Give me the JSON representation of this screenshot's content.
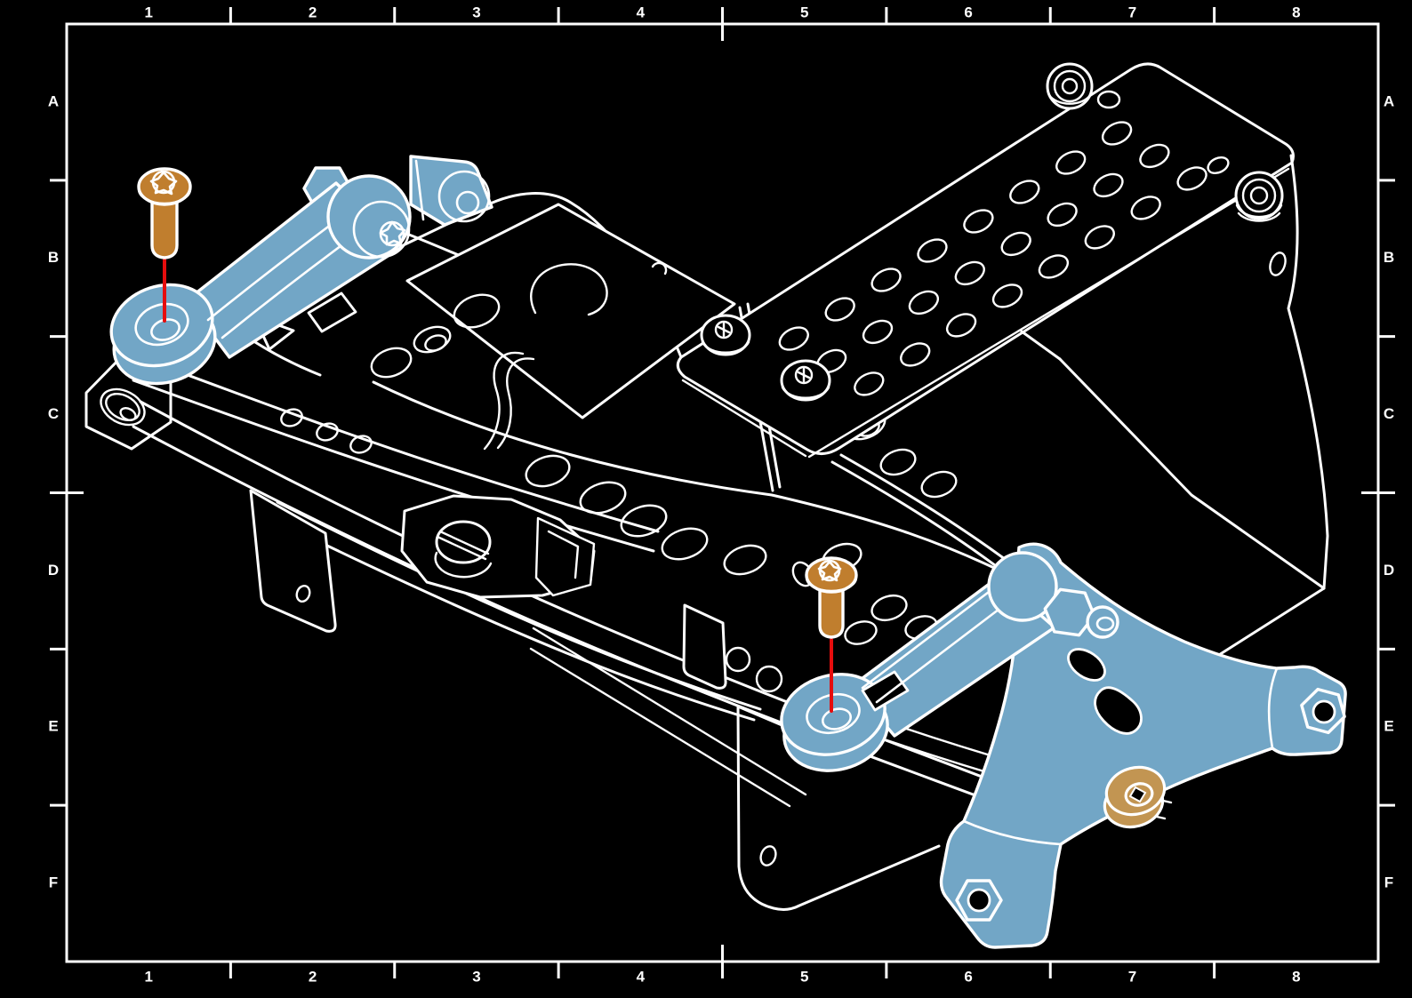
{
  "document": {
    "kind": "isometric-assembly-instruction-drawing",
    "visible_text_other_than_zones": ""
  },
  "border": {
    "columns": [
      "1",
      "2",
      "3",
      "4",
      "5",
      "6",
      "7",
      "8"
    ],
    "rows": [
      "A",
      "B",
      "C",
      "D",
      "E",
      "F"
    ]
  },
  "colors": {
    "background": "#000000",
    "line": "#ffffff",
    "highlight_blue": "#72a6c6",
    "fastener_orange": "#c07e2e",
    "spacer_tan": "#c29552",
    "guide_red": "#e60d0d"
  }
}
